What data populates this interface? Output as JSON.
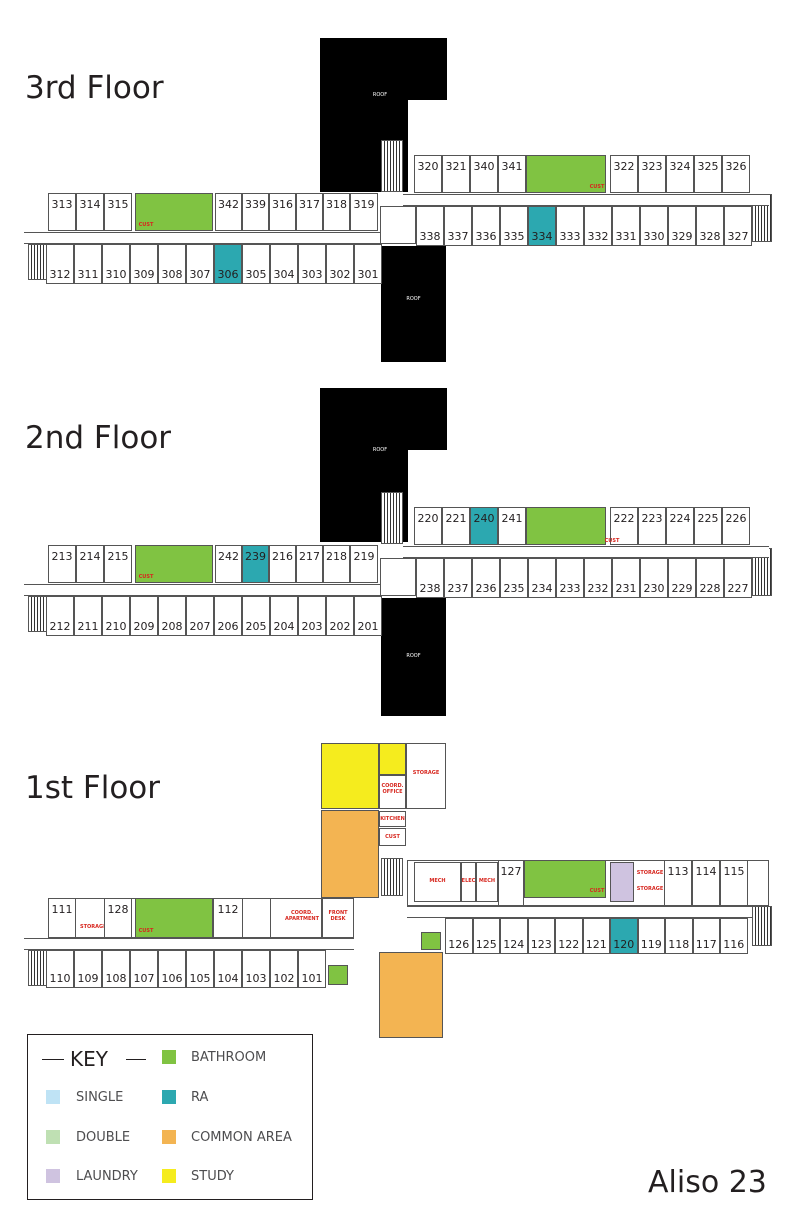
{
  "floors": {
    "third": "3rd Floor",
    "second": "2nd Floor",
    "first": "1st Floor"
  },
  "roof_label": "ROOF",
  "rooms3": {
    "upperRight": [
      "320",
      "321",
      "340",
      "341",
      "322",
      "323",
      "324",
      "325",
      "326"
    ],
    "midRight": [
      "338",
      "337",
      "336",
      "335",
      "334",
      "333",
      "332",
      "331",
      "330",
      "329",
      "328",
      "327"
    ],
    "upperLeft": [
      "313",
      "314",
      "315",
      "342",
      "339",
      "316",
      "317",
      "318",
      "319"
    ],
    "lowerLeft": [
      "312",
      "311",
      "310",
      "309",
      "308",
      "307",
      "306",
      "305",
      "304",
      "303",
      "302",
      "301"
    ]
  },
  "rooms2": {
    "upperRight": [
      "220",
      "221",
      "240",
      "241",
      "222",
      "223",
      "224",
      "225",
      "226"
    ],
    "midRight": [
      "238",
      "237",
      "236",
      "235",
      "234",
      "233",
      "232",
      "231",
      "230",
      "229",
      "228",
      "227"
    ],
    "upperLeft": [
      "213",
      "214",
      "215",
      "242",
      "239",
      "216",
      "217",
      "218",
      "219"
    ],
    "lowerLeft": [
      "212",
      "211",
      "210",
      "209",
      "208",
      "207",
      "206",
      "205",
      "204",
      "203",
      "202",
      "201"
    ]
  },
  "rooms1": {
    "upperLeft": [
      "111",
      "128",
      "112"
    ],
    "lowerLeft": [
      "110",
      "109",
      "108",
      "107",
      "106",
      "105",
      "104",
      "103",
      "102",
      "101"
    ],
    "upperRight": [
      "127",
      "113",
      "114",
      "115"
    ],
    "lowerRight": [
      "126",
      "125",
      "124",
      "123",
      "122",
      "121",
      "120",
      "119",
      "118",
      "117",
      "116"
    ]
  },
  "labels": {
    "cust": "CUST",
    "storage": "STORAGE",
    "coord_office": "COORD. OFFICE",
    "kitchen": "KITCHEN",
    "coord_apartment": "COORD. APARTMENT",
    "front_desk": "FRONT DESK",
    "mech": "MECH",
    "elec": "ELEC"
  },
  "key": {
    "title": "KEY",
    "items": [
      {
        "label": "BATHROOM",
        "color": "#80c342"
      },
      {
        "label": "SINGLE",
        "color": "#bfe3f5"
      },
      {
        "label": "RA",
        "color": "#2ca8b0"
      },
      {
        "label": "DOUBLE",
        "color": "#bfe0b3"
      },
      {
        "label": "COMMON AREA",
        "color": "#f3b452"
      },
      {
        "label": "LAUNDRY",
        "color": "#cfc3e0"
      },
      {
        "label": "STUDY",
        "color": "#f5ec1e"
      }
    ]
  },
  "building": "Aliso 23"
}
